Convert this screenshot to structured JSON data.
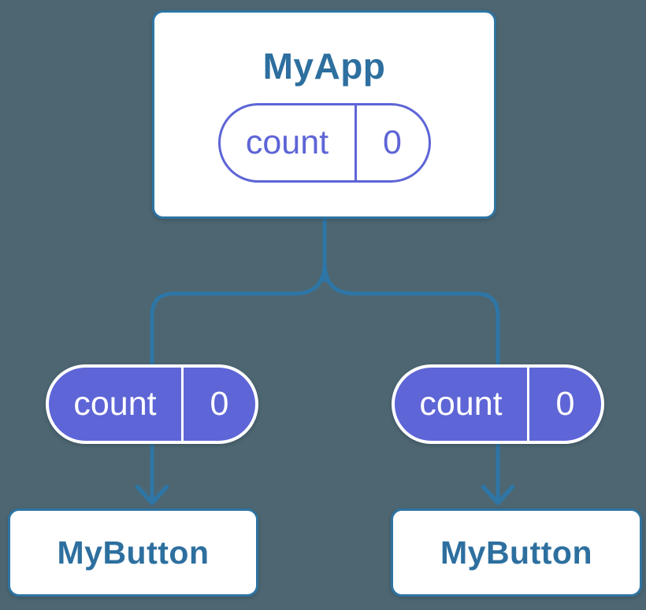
{
  "diagram": {
    "description": "React component tree with shared state",
    "root_component": {
      "title": "MyApp",
      "state_pill": {
        "name": "count",
        "value": "0"
      }
    },
    "child_components": [
      {
        "title": "MyButton",
        "state_pill": {
          "name": "count",
          "value": "0"
        }
      },
      {
        "title": "MyButton",
        "state_pill": {
          "name": "count",
          "value": "0"
        }
      }
    ],
    "colors": {
      "background": "#4d6671",
      "connector_blue": "#2e76a6",
      "card_border_blue": "#2e74a2",
      "heading_blue": "#2d6f9f",
      "state_indigo": "#5e65d6",
      "card_background": "#ffffff"
    }
  }
}
